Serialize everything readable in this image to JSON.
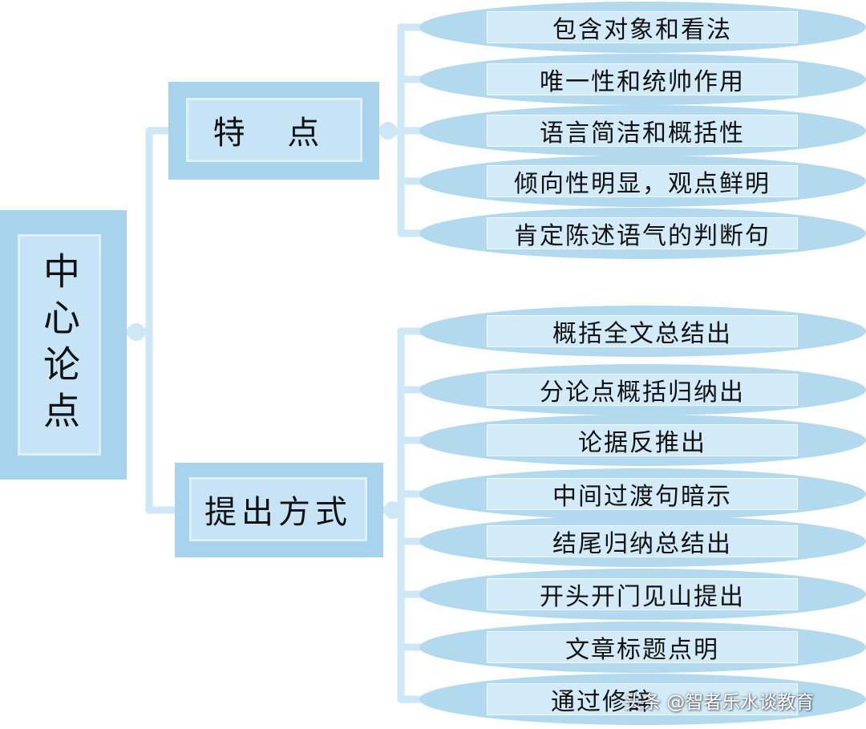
{
  "root": {
    "label": "中心论点"
  },
  "branches": [
    {
      "label": "特 点",
      "items": [
        "包含对象和看法",
        "唯一性和统帅作用",
        "语言简洁和概括性",
        "倾向性明显，观点鲜明",
        "肯定陈述语气的判断句"
      ]
    },
    {
      "label": "提出方式",
      "items": [
        "概括全文总结出",
        "分论点概括归纳出",
        "论据反推出",
        "中间过渡句暗示",
        "结尾归纳总结出",
        "开头开门见山提出",
        "文章标题点明",
        "通过修辞"
      ]
    }
  ],
  "watermark": "头条 @智者乐水谈教育",
  "colors": {
    "box_outer": "#a8d3ec",
    "box_inner": "#c6e4f5",
    "leaf": "#b2d9ee",
    "leaf_band": "#d3ebf8",
    "connector": "#cde7f6"
  }
}
